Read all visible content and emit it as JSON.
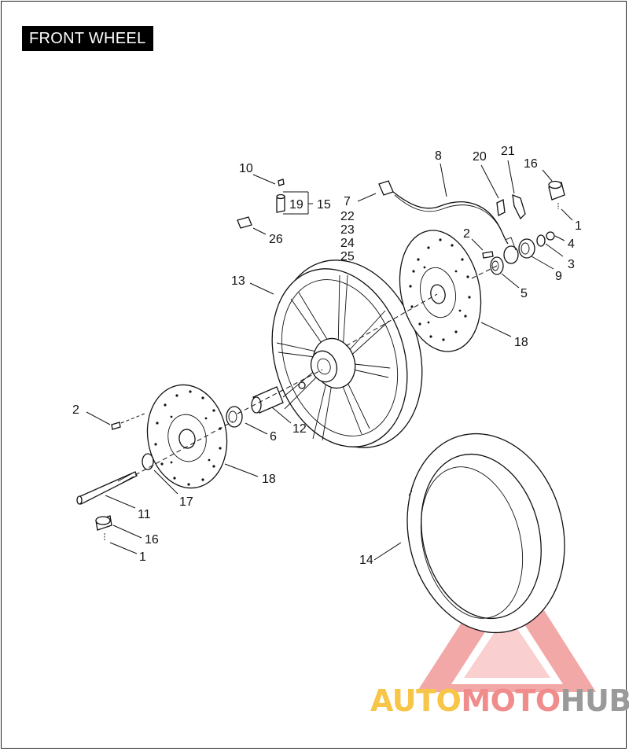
{
  "title": "FRONT WHEEL",
  "callouts": [
    {
      "id": "c10",
      "text": "10"
    },
    {
      "id": "c19",
      "text": "19"
    },
    {
      "id": "c15",
      "text": "15"
    },
    {
      "id": "c26",
      "text": "26"
    },
    {
      "id": "c7",
      "text": "7"
    },
    {
      "id": "c22",
      "text": "22"
    },
    {
      "id": "c23",
      "text": "23"
    },
    {
      "id": "c24",
      "text": "24"
    },
    {
      "id": "c25",
      "text": "25"
    },
    {
      "id": "c8",
      "text": "8"
    },
    {
      "id": "c20",
      "text": "20"
    },
    {
      "id": "c21",
      "text": "21"
    },
    {
      "id": "c16a",
      "text": "16"
    },
    {
      "id": "c1a",
      "text": "1"
    },
    {
      "id": "c2a",
      "text": "2"
    },
    {
      "id": "c4",
      "text": "4"
    },
    {
      "id": "c3",
      "text": "3"
    },
    {
      "id": "c9",
      "text": "9"
    },
    {
      "id": "c5",
      "text": "5"
    },
    {
      "id": "c13",
      "text": "13"
    },
    {
      "id": "c18a",
      "text": "18"
    },
    {
      "id": "c2b",
      "text": "2"
    },
    {
      "id": "c6",
      "text": "6"
    },
    {
      "id": "c12",
      "text": "12"
    },
    {
      "id": "c18b",
      "text": "18"
    },
    {
      "id": "c17",
      "text": "17"
    },
    {
      "id": "c11",
      "text": "11"
    },
    {
      "id": "c16b",
      "text": "16"
    },
    {
      "id": "c1b",
      "text": "1"
    },
    {
      "id": "c14",
      "text": "14"
    }
  ],
  "watermark": {
    "part1": "AUTO",
    "part2": "MOTO",
    "part3": "HUB",
    "color1": "#f7c548",
    "color2": "#f08c8c",
    "color3": "#9a9a9a"
  }
}
